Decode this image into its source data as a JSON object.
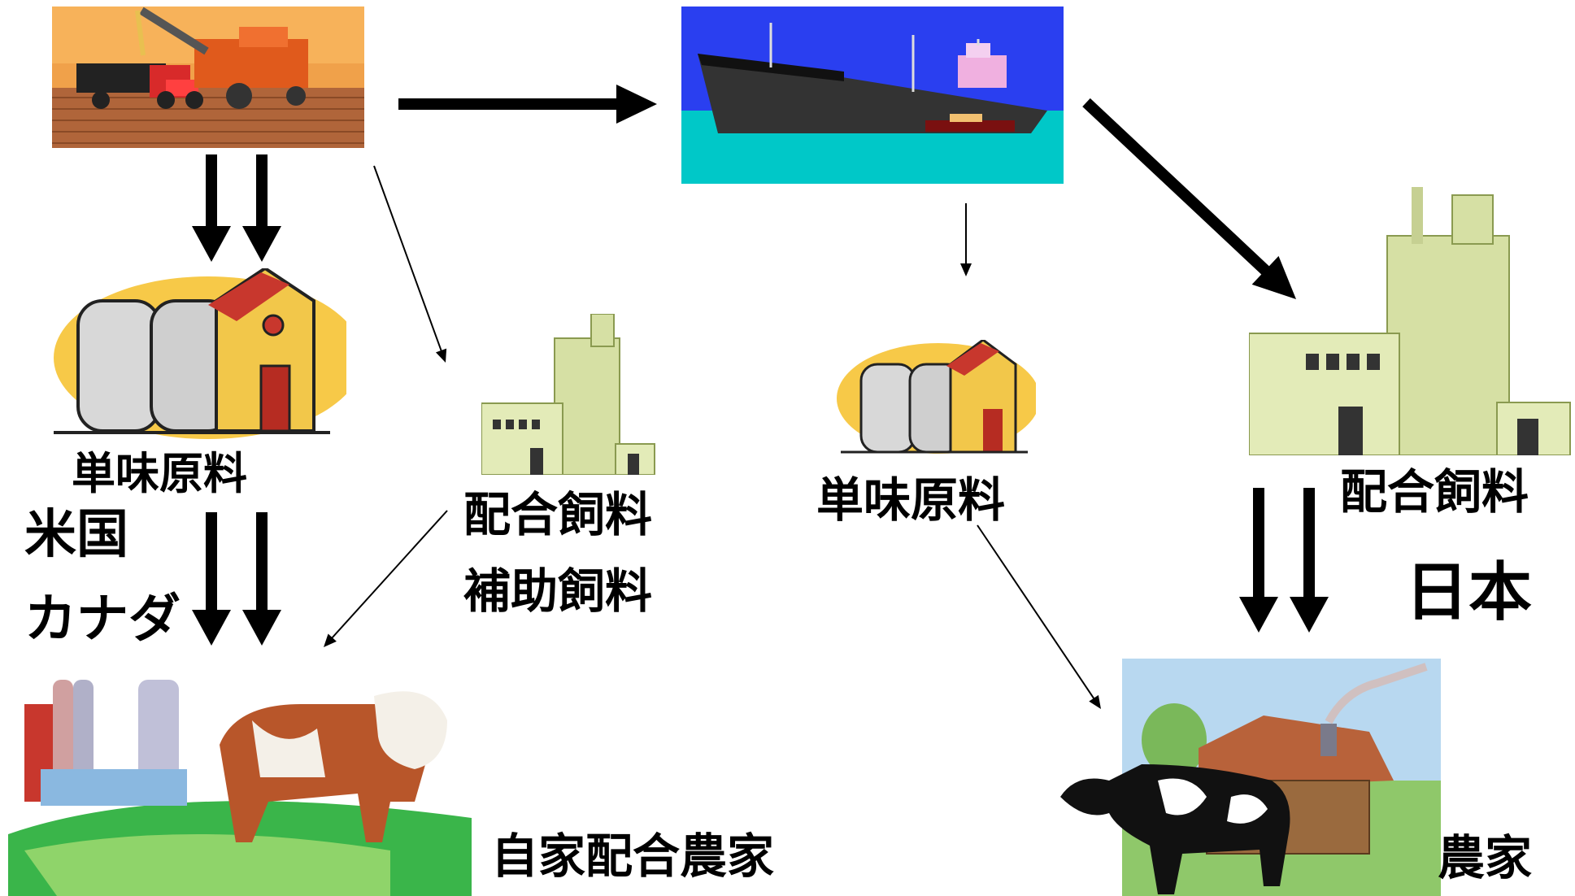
{
  "labels": {
    "us_raw_material": "単味原料",
    "us_country": "米国",
    "canada": "カナダ",
    "us_compound_feed": "配合飼料",
    "us_supplement_feed": "補助飼料",
    "jp_raw_material": "単味原料",
    "jp_compound_feed": "配合飼料",
    "japan": "日本",
    "self_mixing_farmer": "自家配合農家",
    "farmer": "農家"
  },
  "icons": {
    "harvest": "combine-harvester-truck-icon",
    "ship": "cargo-ship-icon",
    "silo_left": "grain-silo-barn-icon",
    "feed_mill_small": "feed-mill-small-icon",
    "silo_right": "grain-silo-barn-small-icon",
    "feed_mill_large": "feed-mill-large-icon",
    "us_farm": "us-farm-cattle-icon",
    "jp_farm": "jp-farm-cow-icon"
  },
  "colors": {
    "ship_sky": "#2a3ff0",
    "ship_sea": "#00c8c8",
    "field": "#b0653a",
    "mill_green": "#d6e0a4",
    "silo_yellow": "#f7c948",
    "barn_red": "#c8372d"
  }
}
